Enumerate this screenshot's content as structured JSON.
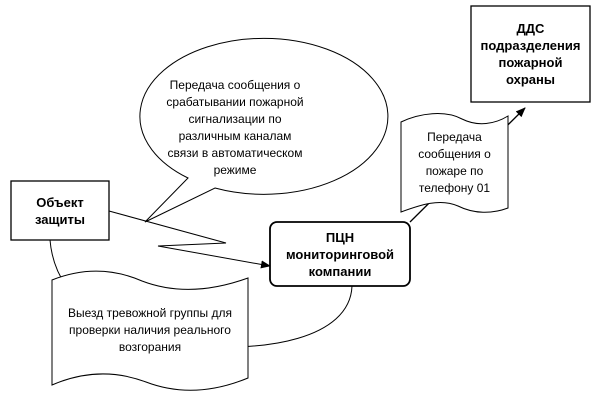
{
  "nodes": {
    "object": {
      "label": "Объект\nзащиты"
    },
    "dds": {
      "label": "ДДС\nподразделения\nпожарной\nохраны"
    },
    "pcn": {
      "label": "ПЦН\nмониторинговой\nкомпании"
    },
    "bubble": {
      "label": "Передача сообщения о\nсрабатывании пожарной\nсигнализации по\nразличным каналам\nсвязи в автоматическом\nрежиме"
    },
    "phone_doc": {
      "label": "Передача\nсообщения о\nпожаре по\nтелефону 01"
    },
    "response_doc": {
      "label": "Выезд тревожной группы для\nпроверки наличия реального\nвозгорания"
    }
  },
  "colors": {
    "stroke": "#000000",
    "fill": "#ffffff"
  }
}
